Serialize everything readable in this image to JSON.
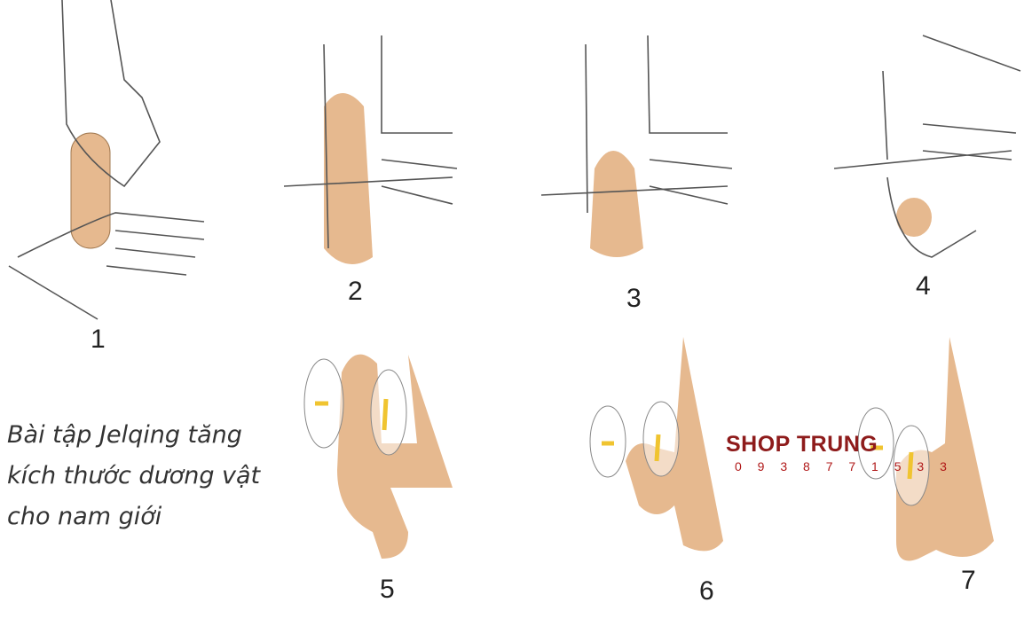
{
  "caption": {
    "line1": "Bài tập Jelqing tăng",
    "line2": "kích thước dương vật",
    "line3": "cho nam giới"
  },
  "steps": [
    "1",
    "2",
    "3",
    "4",
    "5",
    "6",
    "7"
  ],
  "watermark": {
    "title": "SHOP TRUNG",
    "phone": "0 9 3 8 7 7 1 5 3 3"
  },
  "colors": {
    "skin": "#e6b98f",
    "outline": "#555555",
    "arrow": "#f0c430",
    "watermark": "#8e1b1b"
  }
}
